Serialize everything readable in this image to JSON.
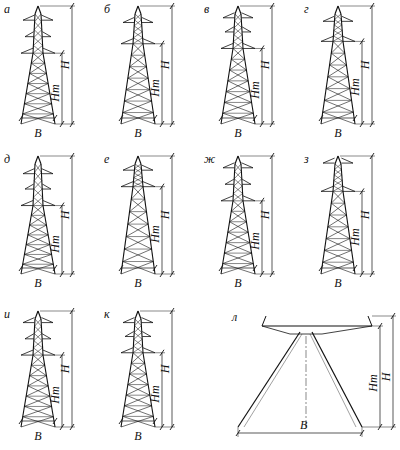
{
  "diagram": {
    "labels": [
      "а",
      "H",
      "Hт",
      "B",
      "б",
      "H",
      "Hт",
      "B",
      "в",
      "H",
      "Hт",
      "B",
      "г",
      "H",
      "Hт",
      "B",
      "д",
      "H",
      "Hт",
      "B",
      "е",
      "H",
      "Hт",
      "B",
      "ж",
      "H",
      "Hт",
      "B",
      "з",
      "H",
      "Hт",
      "B",
      "и",
      "H",
      "Hт",
      "B",
      "к",
      "H",
      "Hт",
      "B",
      "л",
      "H",
      "Hт",
      "B"
    ]
  }
}
